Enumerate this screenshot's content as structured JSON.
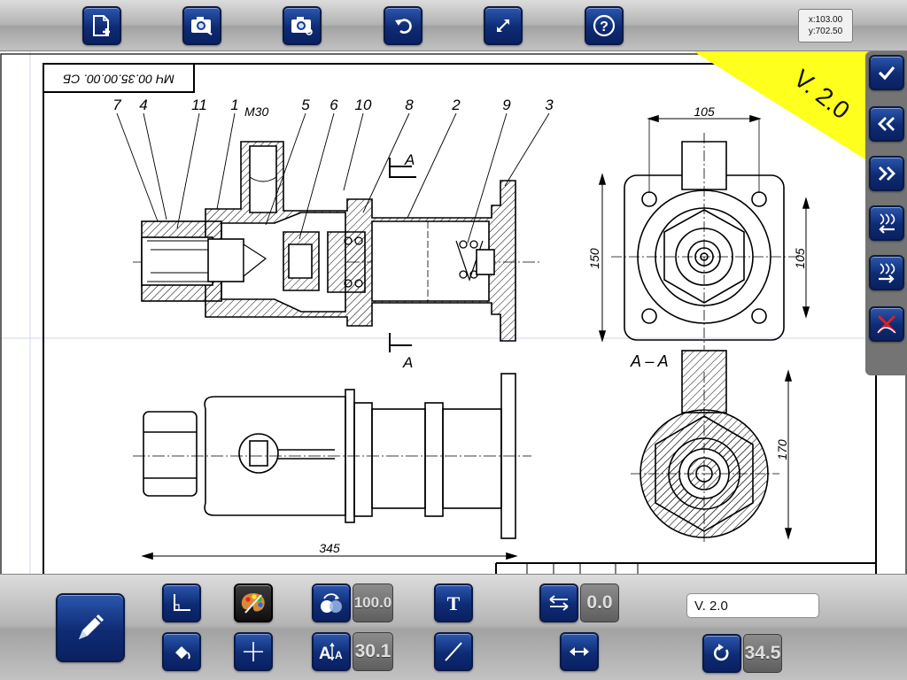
{
  "toolbar": {
    "new_document": "new-document-icon",
    "camera_1": "camera-icon",
    "camera_2": "camera-settings-icon",
    "undo": "undo-icon",
    "fit": "expand-icon",
    "help": "help-icon"
  },
  "coords": {
    "x": "x:103.00",
    "y": "y:702.50"
  },
  "version_badge": "V. 2.0",
  "side_panel": [
    "checkmark-icon",
    "double-chevron-left-icon",
    "double-chevron-right-icon",
    "import-icon",
    "export-icon",
    "delete-icon"
  ],
  "drawing": {
    "title_block": "МЧ 00.35.00.00. СБ",
    "labels": [
      "7",
      "4",
      "11",
      "1",
      "5",
      "6",
      "10",
      "8",
      "2",
      "9",
      "3"
    ],
    "thread": "M30",
    "section_mark": "A",
    "section_title": "A – A",
    "dims": {
      "width_top": "105",
      "height_left": "150",
      "height_right": "105",
      "height_section": "170",
      "length": "345"
    }
  },
  "bottom": {
    "opacity_value": "100.0",
    "text_height_value": "30.1",
    "offset_value": "0.0",
    "rotation_value": "34.5",
    "layer_name": "V. 2.0",
    "colors": {
      "accent": "#0e2b73",
      "badge": "#ffff1e"
    }
  }
}
